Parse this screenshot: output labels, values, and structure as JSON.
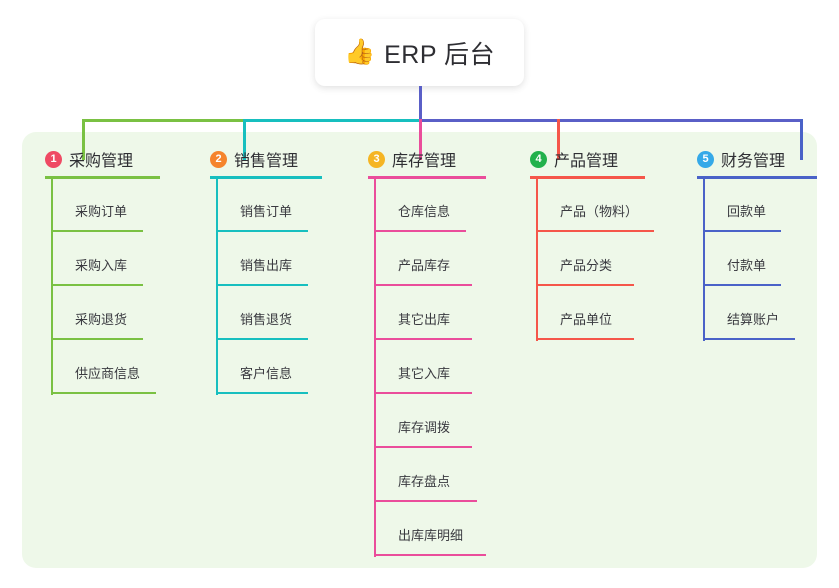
{
  "root": {
    "icon": "thumbs-up-emoji",
    "icon_glyph": "👍",
    "title": "ERP 后台"
  },
  "theme": {
    "panel_bg": "#eef8e9",
    "page_bg": "#ffffff",
    "root_stem": "#5a5fc7",
    "text": "#2e2e33"
  },
  "branches": [
    {
      "number": "1",
      "title": "采购管理",
      "color": "#7ac143",
      "badge_color": "#ef4a64",
      "items": [
        {
          "label": "采购订单",
          "rule_width": 92
        },
        {
          "label": "采购入库",
          "rule_width": 92
        },
        {
          "label": "采购退货",
          "rule_width": 92
        },
        {
          "label": "供应商信息",
          "rule_width": 105
        }
      ]
    },
    {
      "number": "2",
      "title": "销售管理",
      "color": "#17bfbf",
      "badge_color": "#f5842c",
      "items": [
        {
          "label": "销售订单",
          "rule_width": 92
        },
        {
          "label": "销售出库",
          "rule_width": 92
        },
        {
          "label": "销售退货",
          "rule_width": 92
        },
        {
          "label": "客户信息",
          "rule_width": 92
        }
      ]
    },
    {
      "number": "3",
      "title": "库存管理",
      "color": "#ea4d9b",
      "badge_color": "#f5b524",
      "items": [
        {
          "label": "仓库信息",
          "rule_width": 92
        },
        {
          "label": "产品库存",
          "rule_width": 98
        },
        {
          "label": "其它出库",
          "rule_width": 98
        },
        {
          "label": "其它入库",
          "rule_width": 98
        },
        {
          "label": "库存调拨",
          "rule_width": 98
        },
        {
          "label": "库存盘点",
          "rule_width": 103
        },
        {
          "label": "出库库明细",
          "rule_width": 112
        }
      ]
    },
    {
      "number": "4",
      "title": "产品管理",
      "color": "#f5564a",
      "badge_color": "#22b14c",
      "items": [
        {
          "label": "产品（物料）",
          "rule_width": 118
        },
        {
          "label": "产品分类",
          "rule_width": 98
        },
        {
          "label": "产品单位",
          "rule_width": 98
        }
      ]
    },
    {
      "number": "5",
      "title": "财务管理",
      "color": "#4a62c8",
      "badge_color": "#35a9e8",
      "items": [
        {
          "label": "回款单",
          "rule_width": 78
        },
        {
          "label": "付款单",
          "rule_width": 78
        },
        {
          "label": "结算账户",
          "rule_width": 92
        }
      ]
    }
  ]
}
